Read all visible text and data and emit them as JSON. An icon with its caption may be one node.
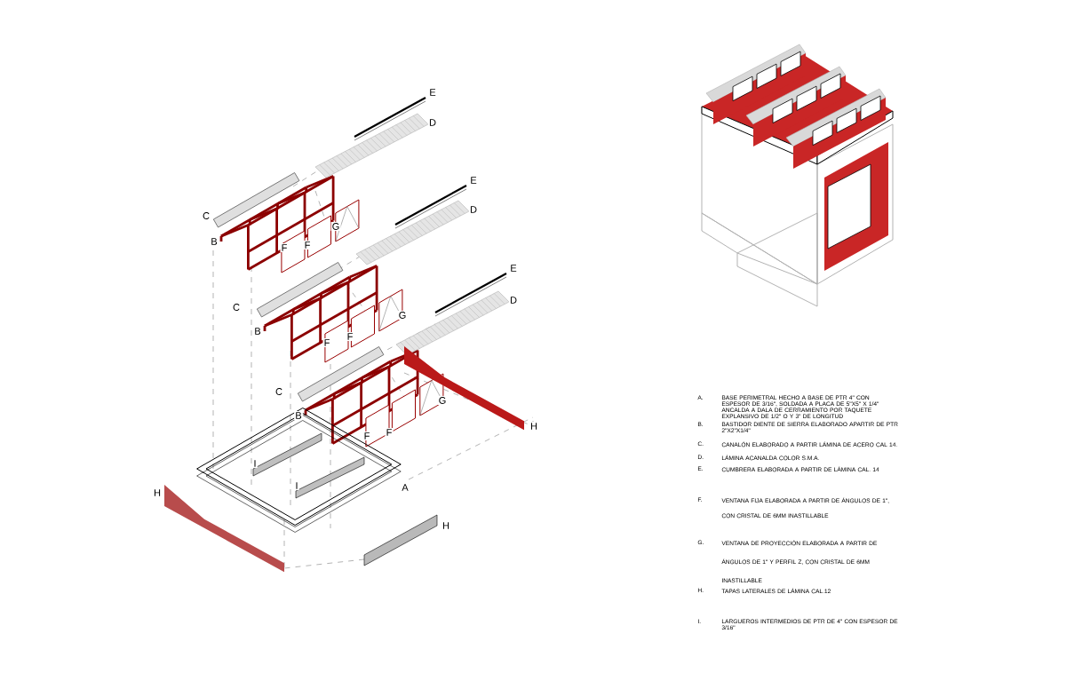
{
  "diagram": {
    "labels": [
      "E",
      "D",
      "C",
      "G",
      "B",
      "F",
      "F",
      "E",
      "D",
      "C",
      "G",
      "B",
      "F",
      "F",
      "E",
      "D",
      "C",
      "G",
      "B",
      "F",
      "F",
      "H",
      "I",
      "A",
      "I",
      "H",
      "H",
      "A.",
      "BASE PERIMETRAL HECHO A BASE DE PTR 4\" CON ESPESOR DE 3/16\", SOLDADA A PLACA DE 5\"X5\" X 1/4\" ANCALDA A DALA DE CERRAMIENTO POR TAQUETE EXPLANSIVO DE 1/2\" O Y 3\" DE LONGITUD",
      "B.",
      "BASTIDOR DIENTE DE SIERRA ELABORADO APARTIR DE PTR 2\"X2\"X1/4\"",
      "C.",
      "CANALÓN ELABORADO A PARTIR LÁMINA DE ACERO CAL 14.",
      "D.",
      "LÁMINA ACANALDA COLOR S.M.A.",
      "E.",
      "CUMBRERA ELABORADA A PARTIR DE LÁMINA CAL. 14",
      "F.",
      "VENTANA FIJA ELABORADA A PARTIR DE ÁNGULOS DE 1\", CON CRISTAL DE 6MM INASTILLABLE",
      "G.",
      "VENTANA DE PROYECCIÓN ELABORADA A PARTIR DE ÁNGULOS DE 1\" Y PERFIL Z, CON CRISTAL DE 6MM INASTILLABLE",
      "H.",
      "TAPAS LATERALES DE LÁMINA CAL.12",
      "I.",
      "LARGUEROS INTERMEDIOS DE PTR DE 4\" CON ESPESOR DE 3/16\""
    ]
  }
}
